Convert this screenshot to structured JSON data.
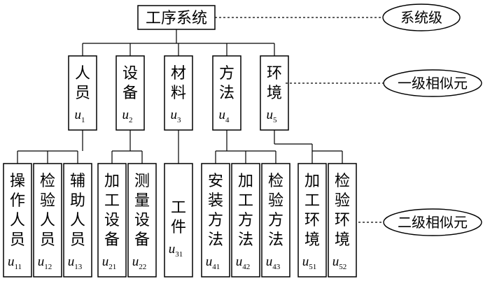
{
  "root": {
    "label": "工序系统"
  },
  "level_labels": {
    "system": "系统级",
    "level1": "一级相似元",
    "level2": "二级相似元"
  },
  "level1": [
    {
      "chars": [
        "人",
        "员"
      ],
      "var": "u",
      "sub": "1"
    },
    {
      "chars": [
        "设",
        "备"
      ],
      "var": "u",
      "sub": "2"
    },
    {
      "chars": [
        "材",
        "料"
      ],
      "var": "u",
      "sub": "3"
    },
    {
      "chars": [
        "方",
        "法"
      ],
      "var": "u",
      "sub": "4"
    },
    {
      "chars": [
        "环",
        "境"
      ],
      "var": "u",
      "sub": "5"
    }
  ],
  "level2": [
    {
      "chars": [
        "操",
        "作",
        "人",
        "员"
      ],
      "var": "u",
      "sub": "11"
    },
    {
      "chars": [
        "检",
        "验",
        "人",
        "员"
      ],
      "var": "u",
      "sub": "12"
    },
    {
      "chars": [
        "辅",
        "助",
        "人",
        "员"
      ],
      "var": "u",
      "sub": "13"
    },
    {
      "chars": [
        "加",
        "工",
        "设",
        "备"
      ],
      "var": "u",
      "sub": "21"
    },
    {
      "chars": [
        "测",
        "量",
        "设",
        "备"
      ],
      "var": "u",
      "sub": "22"
    },
    {
      "chars": [
        "工",
        "件"
      ],
      "var": "u",
      "sub": "31"
    },
    {
      "chars": [
        "安",
        "装",
        "方",
        "法"
      ],
      "var": "u",
      "sub": "41"
    },
    {
      "chars": [
        "加",
        "工",
        "方",
        "法"
      ],
      "var": "u",
      "sub": "42"
    },
    {
      "chars": [
        "检",
        "验",
        "方",
        "法"
      ],
      "var": "u",
      "sub": "43"
    },
    {
      "chars": [
        "加",
        "工",
        "环",
        "境"
      ],
      "var": "u",
      "sub": "51"
    },
    {
      "chars": [
        "检",
        "验",
        "环",
        "境"
      ],
      "var": "u",
      "sub": "52"
    }
  ]
}
